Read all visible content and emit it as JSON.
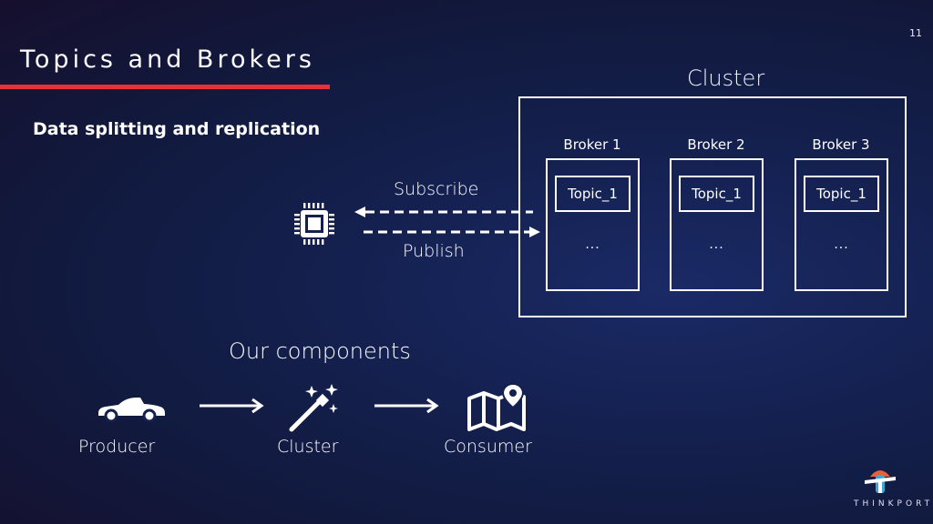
{
  "slide": {
    "title": "Topics and Brokers",
    "page_number": "11",
    "subtitle": "Data splitting and replication"
  },
  "cluster": {
    "title": "Cluster",
    "brokers": [
      {
        "label": "Broker 1",
        "topic": "Topic_1",
        "more": "..."
      },
      {
        "label": "Broker 2",
        "topic": "Topic_1",
        "more": "..."
      },
      {
        "label": "Broker 3",
        "topic": "Topic_1",
        "more": "..."
      }
    ]
  },
  "flow": {
    "subscribe_label": "Subscribe",
    "publish_label": "Publish",
    "client_icon": "cpu-chip-icon"
  },
  "components": {
    "title": "Our components",
    "items": [
      {
        "label": "Producer",
        "icon": "car-icon"
      },
      {
        "label": "Cluster",
        "icon": "magic-wand-icon"
      },
      {
        "label": "Consumer",
        "icon": "map-pin-icon"
      }
    ]
  },
  "logo": {
    "text": "THINKPORT"
  },
  "colors": {
    "accent": "#e8303a",
    "background": "#14204f",
    "logo_orange": "#e8603a",
    "logo_blue": "#3aa7d8"
  }
}
